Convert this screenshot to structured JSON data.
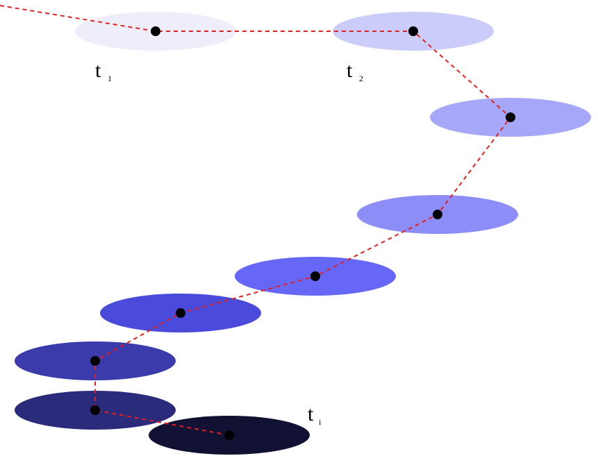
{
  "diagram": {
    "labels": [
      {
        "main": "t",
        "sub": "1"
      },
      {
        "main": "t",
        "sub": "2"
      },
      {
        "main": "t",
        "sub": "i"
      }
    ],
    "colors": {
      "path": "#e02020",
      "point": "#000000",
      "ellipses": [
        "#eeeefb",
        "#ccccfb",
        "#a7a7fa",
        "#8d8df8",
        "#6767f7",
        "#4b4bdb",
        "#3b3bab",
        "#2b2b7b",
        "#111133"
      ]
    }
  }
}
